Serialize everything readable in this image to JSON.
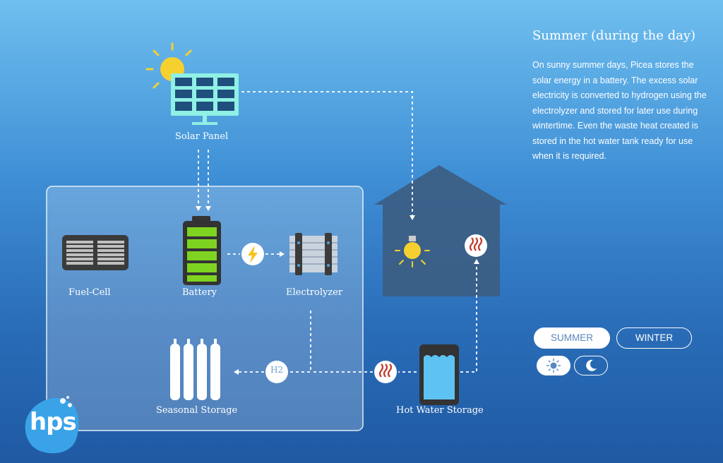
{
  "info": {
    "title": "Summer (during the day)",
    "description": "On sunny summer days, Picea stores the solar energy in a battery. The excess solar electricity is converted to hydrogen using the electrolyzer and stored for later use during wintertime. Even the waste heat created is stored in the hot water tank ready for use when it is required."
  },
  "components": {
    "solar_panel": "Solar Panel",
    "fuel_cell": "Fuel-Cell",
    "battery": "Battery",
    "electrolyzer": "Electrolyzer",
    "seasonal_storage": "Seasonal Storage",
    "hot_water_storage": "Hot Water Storage",
    "h2_badge": "H2"
  },
  "controls": {
    "season_summer": "SUMMER",
    "season_winter": "WINTER",
    "selected_season": "SUMMER",
    "day_icon": "sun-icon",
    "night_icon": "moon-icon",
    "selected_time": "day"
  },
  "logo": {
    "text": "hps"
  },
  "colors": {
    "sun": "#f6d02f",
    "panel_frame": "#8ff0e4",
    "panel_cell": "#1f4f7c",
    "battery_green": "#7ed321",
    "house": "#3c5d82",
    "heat_badge": "#c0392b"
  }
}
